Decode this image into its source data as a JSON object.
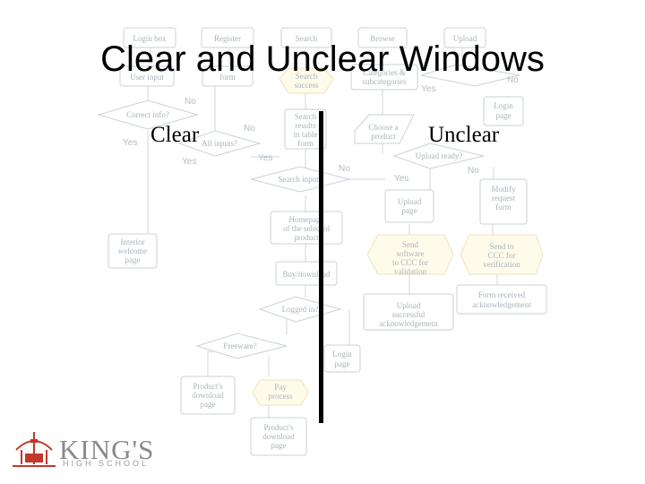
{
  "slide": {
    "title": "Clear and Unclear Windows",
    "left_label": "Clear",
    "right_label": "Unclear"
  },
  "flowchart": {
    "nodes": [
      {
        "id": "login-box",
        "text": "Login box"
      },
      {
        "id": "register",
        "text": "Register"
      },
      {
        "id": "search",
        "text": "Search"
      },
      {
        "id": "browse",
        "text": "Browse"
      },
      {
        "id": "upload",
        "text": "Upload"
      },
      {
        "id": "user-input",
        "text": "User input"
      },
      {
        "id": "form",
        "text": "form"
      },
      {
        "id": "search-success",
        "text": "Search success"
      },
      {
        "id": "categories",
        "text": "Categories & subcategories"
      },
      {
        "id": "correct-info",
        "text": "Correct info?"
      },
      {
        "id": "search-results",
        "text": "Search results in table form"
      },
      {
        "id": "choose-product",
        "text": "Choose a product"
      },
      {
        "id": "login-page-1",
        "text": "Login page"
      },
      {
        "id": "all-inputs",
        "text": "All inputs?"
      },
      {
        "id": "upload-ready",
        "text": "Upload ready?"
      },
      {
        "id": "search-input",
        "text": "Search input?"
      },
      {
        "id": "upload-page",
        "text": "Upload page"
      },
      {
        "id": "modify-request",
        "text": "Modify request form"
      },
      {
        "id": "interior-page",
        "text": "Interior welcome page"
      },
      {
        "id": "homepage-product",
        "text": "Homepage of the selected product"
      },
      {
        "id": "send-software",
        "text": "Send software to CCC for validation"
      },
      {
        "id": "send-ccc",
        "text": "Send to CCC for verification"
      },
      {
        "id": "buy-download",
        "text": "Buy/download"
      },
      {
        "id": "logged-in",
        "text": "Logged in?"
      },
      {
        "id": "upload-success",
        "text": "Upload successful acknowledgement"
      },
      {
        "id": "form-received",
        "text": "Form received acknowledgement"
      },
      {
        "id": "freeware",
        "text": "Freeware?"
      },
      {
        "id": "login-page-2",
        "text": "Login page"
      },
      {
        "id": "products-download-1",
        "text": "Product's download page"
      },
      {
        "id": "pay-process",
        "text": "Pay process"
      },
      {
        "id": "products-download-2",
        "text": "Product's download page"
      }
    ],
    "branch_labels": {
      "yes": "Yes",
      "no": "No"
    }
  },
  "logo": {
    "name": "KING'S",
    "subtitle": "HIGH SCHOOL"
  }
}
